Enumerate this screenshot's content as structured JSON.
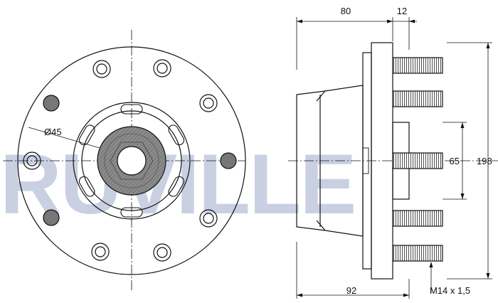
{
  "logo": {
    "text": "RUVILLE",
    "color": "#c9d0e2"
  },
  "front_view": {
    "bore_label": "Ø45"
  },
  "side_view": {
    "dim_top_left": "80",
    "dim_top_right": "12",
    "dim_bottom": "92",
    "dim_bolt_circle": "65",
    "dim_overall": "198",
    "thread_label": "M14 x 1,5"
  },
  "colors": {
    "line": "#111111",
    "bearing_fill": "#8a8a8a",
    "hole_fill": "#777777",
    "logo": "#c9d0e2"
  }
}
